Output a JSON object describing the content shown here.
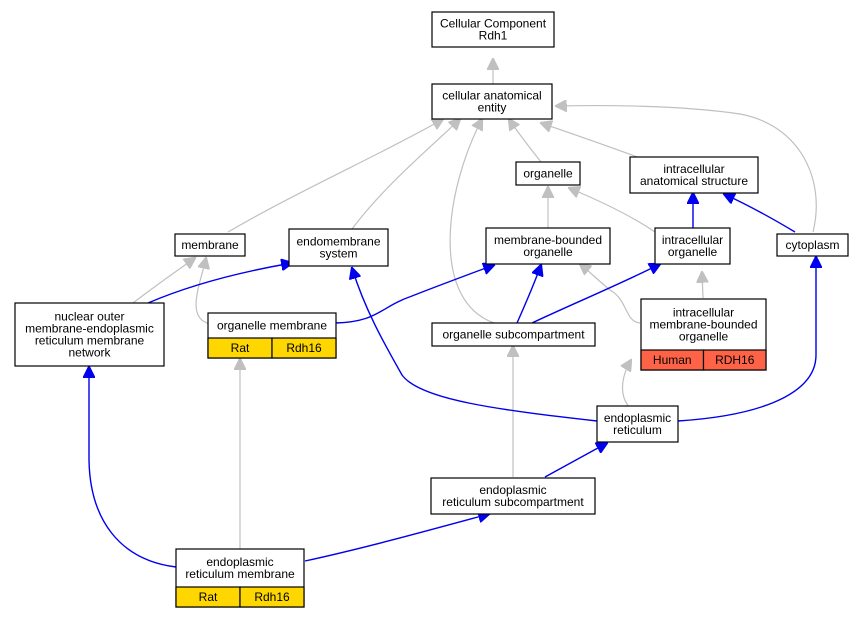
{
  "colors": {
    "is_a_edge": "#c0c0c0",
    "part_of_edge": "#0000ee",
    "rat_annotation": "#ffd700",
    "human_annotation": "#ff6347"
  },
  "nodes": {
    "root": {
      "lines": [
        "Cellular Component",
        "Rdh1"
      ]
    },
    "cellular_anatomical_entity": {
      "lines": [
        "cellular anatomical",
        "entity"
      ]
    },
    "organelle": {
      "lines": [
        "organelle"
      ]
    },
    "intracellular_anatomical_structure": {
      "lines": [
        "intracellular",
        "anatomical structure"
      ]
    },
    "membrane": {
      "lines": [
        "membrane"
      ]
    },
    "endomembrane_system": {
      "lines": [
        "endomembrane",
        "system"
      ]
    },
    "membrane_bounded_organelle": {
      "lines": [
        "membrane-bounded",
        "organelle"
      ]
    },
    "intracellular_organelle": {
      "lines": [
        "intracellular",
        "organelle"
      ]
    },
    "cytoplasm": {
      "lines": [
        "cytoplasm"
      ]
    },
    "nuclear_outer_membrane": {
      "lines": [
        "nuclear outer",
        "membrane-endoplasmic",
        "reticulum membrane",
        "network"
      ]
    },
    "organelle_membrane": {
      "lines": [
        "organelle membrane"
      ],
      "annotations": [
        {
          "species": "Rat",
          "gene": "Rdh16"
        }
      ]
    },
    "organelle_subcompartment": {
      "lines": [
        "organelle subcompartment"
      ]
    },
    "intracellular_membrane_bounded_organelle": {
      "lines": [
        "intracellular",
        "membrane-bounded",
        "organelle"
      ],
      "annotations": [
        {
          "species": "Human",
          "gene": "RDH16"
        }
      ]
    },
    "endoplasmic_reticulum": {
      "lines": [
        "endoplasmic",
        "reticulum"
      ]
    },
    "er_subcompartment": {
      "lines": [
        "endoplasmic",
        "reticulum subcompartment"
      ]
    },
    "er_membrane": {
      "lines": [
        "endoplasmic",
        "reticulum membrane"
      ],
      "annotations": [
        {
          "species": "Rat",
          "gene": "Rdh16"
        }
      ]
    }
  }
}
